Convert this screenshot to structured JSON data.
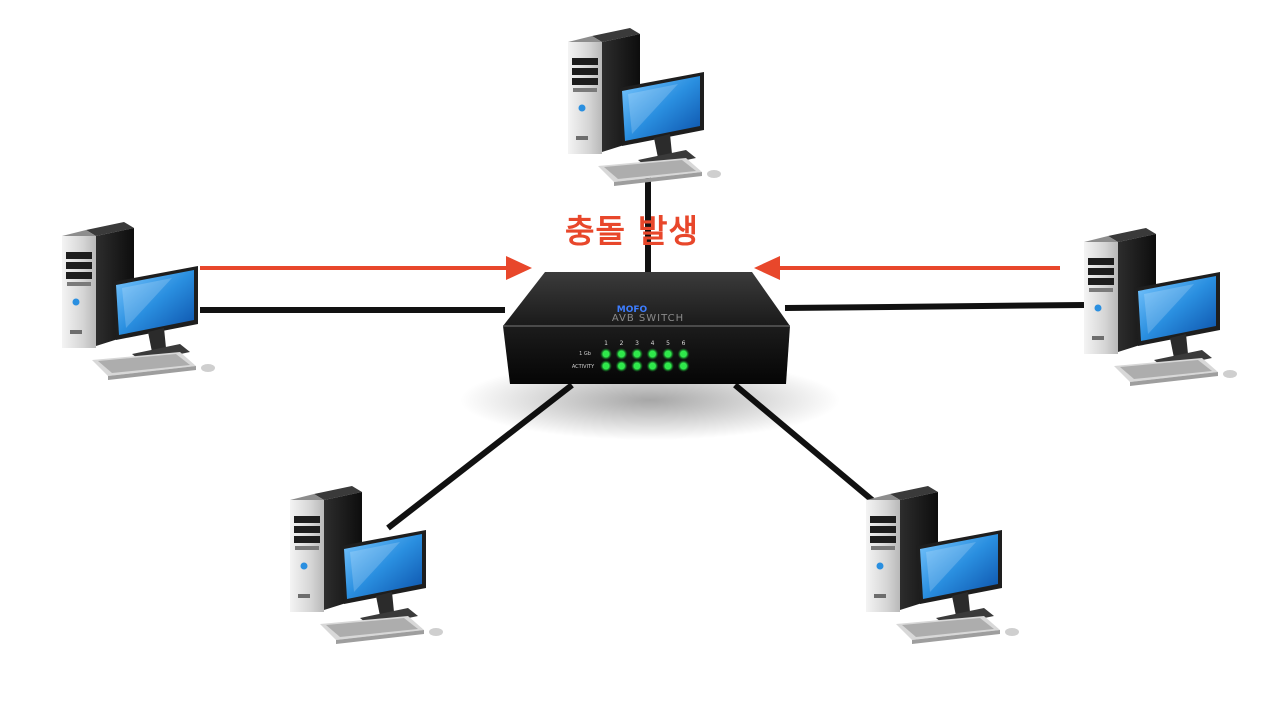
{
  "diagram": {
    "collision_label": "충돌 발생",
    "switch": {
      "brand_label": "MOFO",
      "model_label": "AVB SWITCH",
      "link_label": "1 Gb",
      "activity_label": "ACTIVITY",
      "port_numbers": [
        "1",
        "2",
        "3",
        "4",
        "5",
        "6"
      ]
    },
    "computers": [
      {
        "name": "computer-top"
      },
      {
        "name": "computer-left"
      },
      {
        "name": "computer-right"
      },
      {
        "name": "computer-bottom-left"
      },
      {
        "name": "computer-bottom-right"
      }
    ]
  },
  "colors": {
    "arrow": "#e8472b",
    "collision_text": "#e8472b",
    "cable": "#111111",
    "led": "#2ee84a",
    "screen": "#2a8fe0"
  }
}
